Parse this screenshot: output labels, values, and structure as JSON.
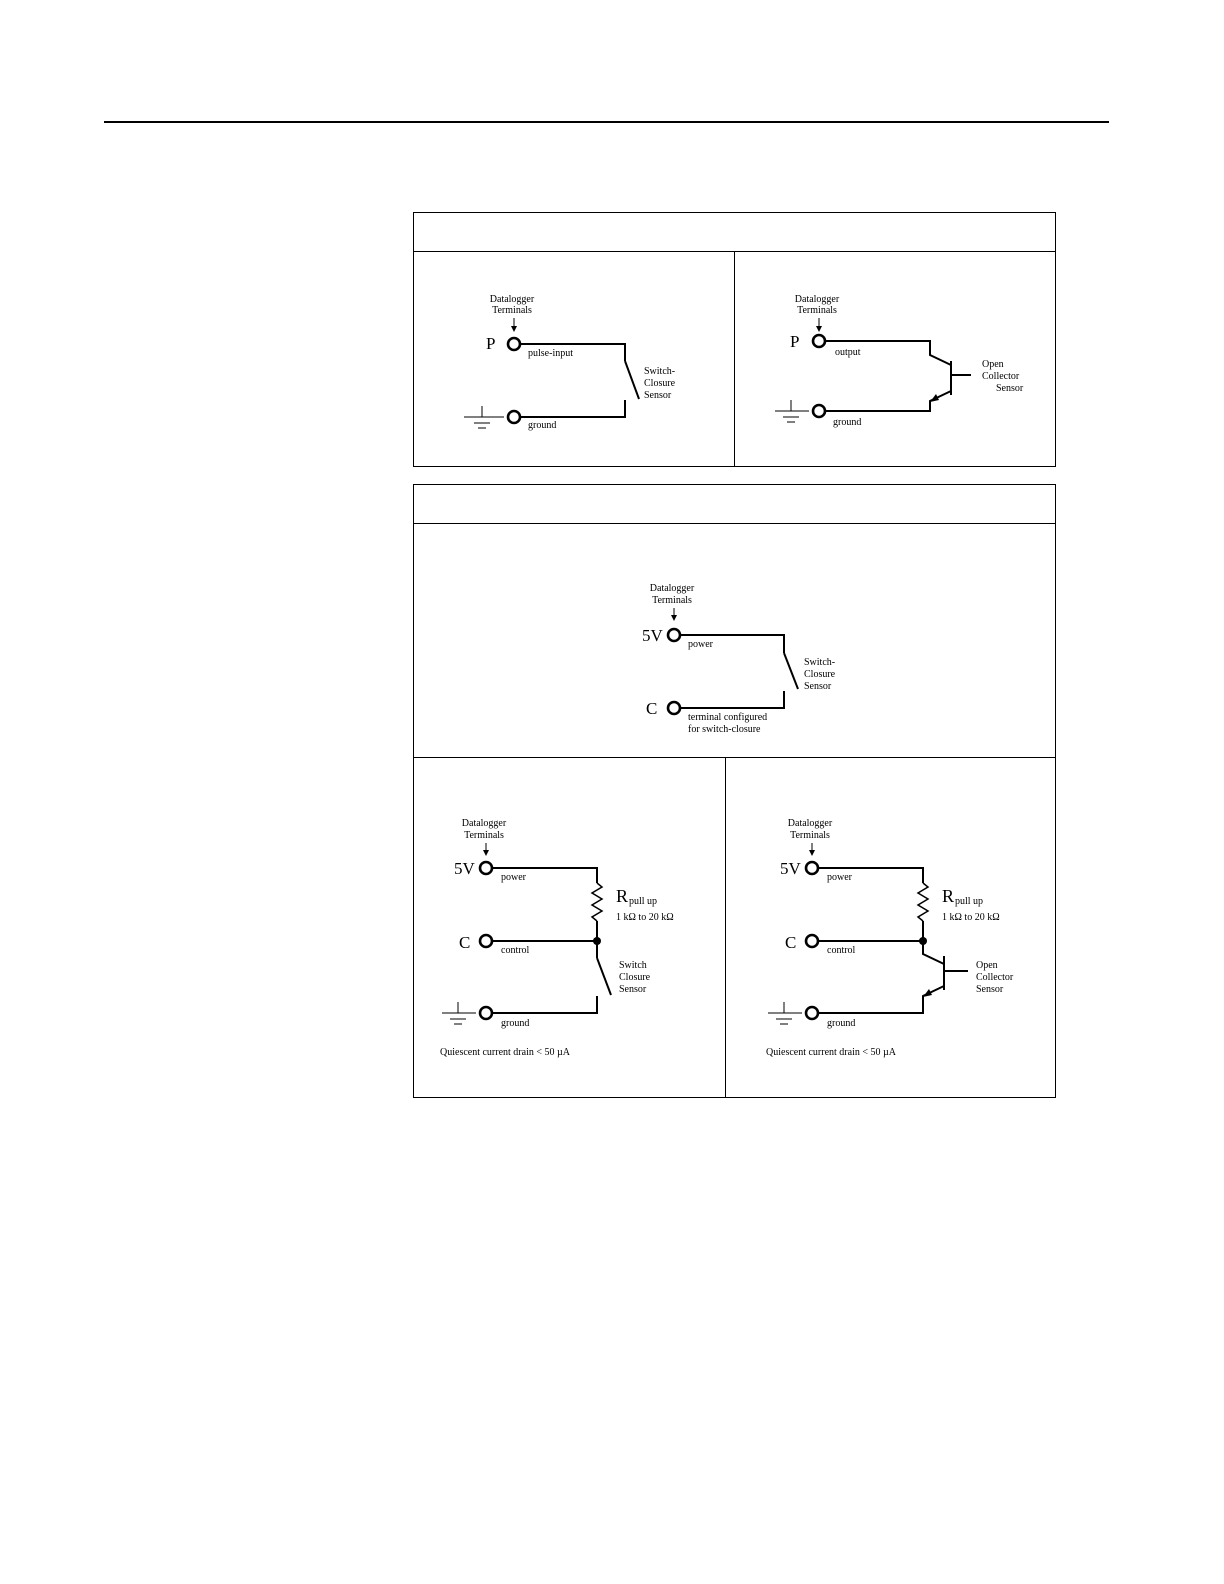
{
  "pulse_panel": {
    "left": {
      "heading": [
        "Datalogger",
        "Terminals"
      ],
      "term_top": "P",
      "term_top_label": "pulse-input",
      "term_bottom_label": "ground",
      "sensor": [
        "Switch-",
        "Closure",
        "Sensor"
      ]
    },
    "right": {
      "heading": [
        "Datalogger",
        "Terminals"
      ],
      "term_top": "P",
      "term_top_label": "output",
      "term_bottom_label": "ground",
      "sensor": [
        "Open",
        "Collector",
        "Sensor"
      ]
    }
  },
  "control_panel": {
    "top": {
      "heading": [
        "Datalogger",
        "Terminals"
      ],
      "term_top": "5V",
      "term_top_label": "power",
      "term_bottom": "C",
      "term_bottom_label": [
        "terminal configured",
        "for switch-closure"
      ],
      "sensor": [
        "Switch-",
        "Closure",
        "Sensor"
      ]
    },
    "bottom_left": {
      "heading": [
        "Datalogger",
        "Terminals"
      ],
      "term_power": "5V",
      "power_label": "power",
      "term_control": "C",
      "control_label": "control",
      "ground_label": "ground",
      "resistor_symbol": "R",
      "resistor_subscript": "pull up",
      "resistor_range": "1 kΩ to 20 kΩ",
      "sensor": [
        "Switch",
        "Closure",
        "Sensor"
      ],
      "note": "Quiescent current drain < 50 µA"
    },
    "bottom_right": {
      "heading": [
        "Datalogger",
        "Terminals"
      ],
      "term_power": "5V",
      "power_label": "power",
      "term_control": "C",
      "control_label": "control",
      "ground_label": "ground",
      "resistor_symbol": "R",
      "resistor_subscript": "pull up",
      "resistor_range": "1 kΩ to 20 kΩ",
      "sensor": [
        "Open",
        "Collector",
        "Sensor"
      ],
      "note": "Quiescent current drain < 50 µA"
    }
  }
}
